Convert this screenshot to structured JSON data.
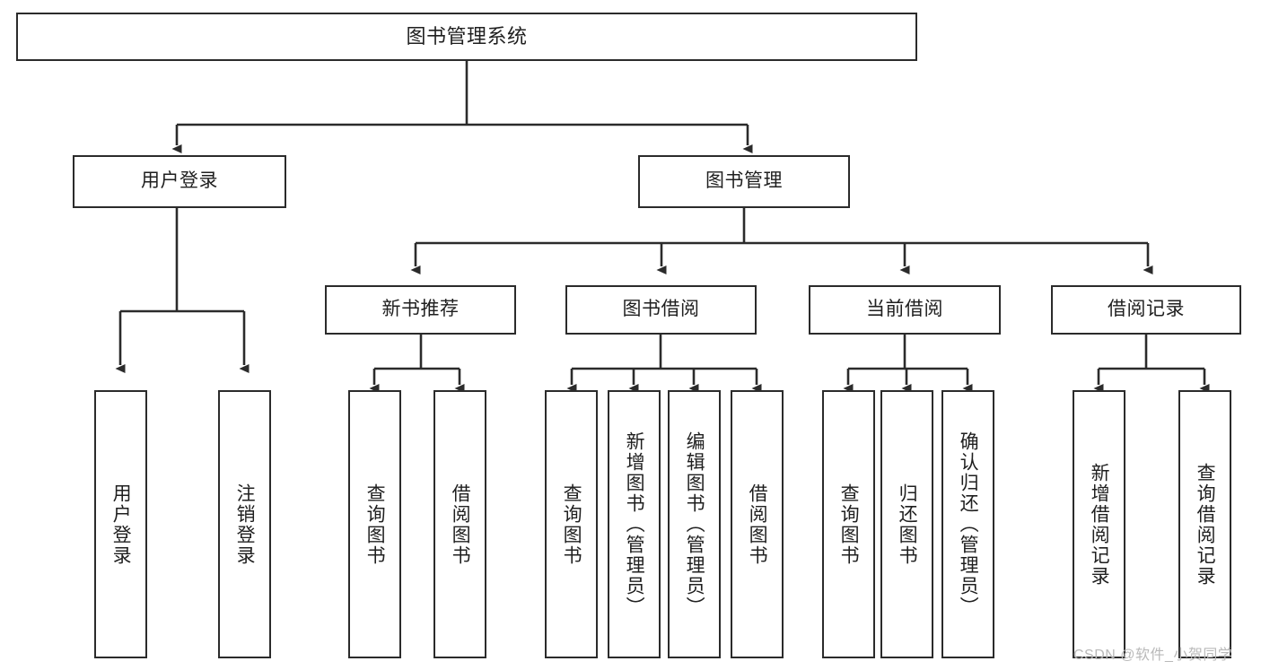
{
  "diagram": {
    "type": "tree-hierarchy-chart",
    "title": "图书管理系统",
    "watermark": "CSDN @软件_小贺同学",
    "colors": {
      "box_border": "#2b2b2b",
      "box_fill": "#ffffff",
      "connector": "#2b2b2b",
      "text": "#1f1f1f",
      "watermark": "#b9b9b9"
    },
    "root": {
      "label": "图书管理系统"
    },
    "level1": [
      {
        "label": "用户登录"
      },
      {
        "label": "图书管理"
      }
    ],
    "level2": [
      {
        "label": "新书推荐"
      },
      {
        "label": "图书借阅"
      },
      {
        "label": "当前借阅"
      },
      {
        "label": "借阅记录"
      }
    ],
    "leaves": [
      {
        "label": "用户登录",
        "parent": "用户登录"
      },
      {
        "label": "注销登录",
        "parent": "用户登录"
      },
      {
        "label": "查询图书",
        "parent": "新书推荐"
      },
      {
        "label": "借阅图书",
        "parent": "新书推荐"
      },
      {
        "label": "查询图书",
        "parent": "图书借阅"
      },
      {
        "label": "新增图书（管理员）",
        "parent": "图书借阅"
      },
      {
        "label": "编辑图书（管理员）",
        "parent": "图书借阅"
      },
      {
        "label": "借阅图书",
        "parent": "图书借阅"
      },
      {
        "label": "查询图书",
        "parent": "当前借阅"
      },
      {
        "label": "归还图书",
        "parent": "当前借阅"
      },
      {
        "label": "确认归还（管理员）",
        "parent": "当前借阅"
      },
      {
        "label": "新增借阅记录",
        "parent": "借阅记录"
      },
      {
        "label": "查询借阅记录",
        "parent": "借阅记录"
      }
    ]
  }
}
